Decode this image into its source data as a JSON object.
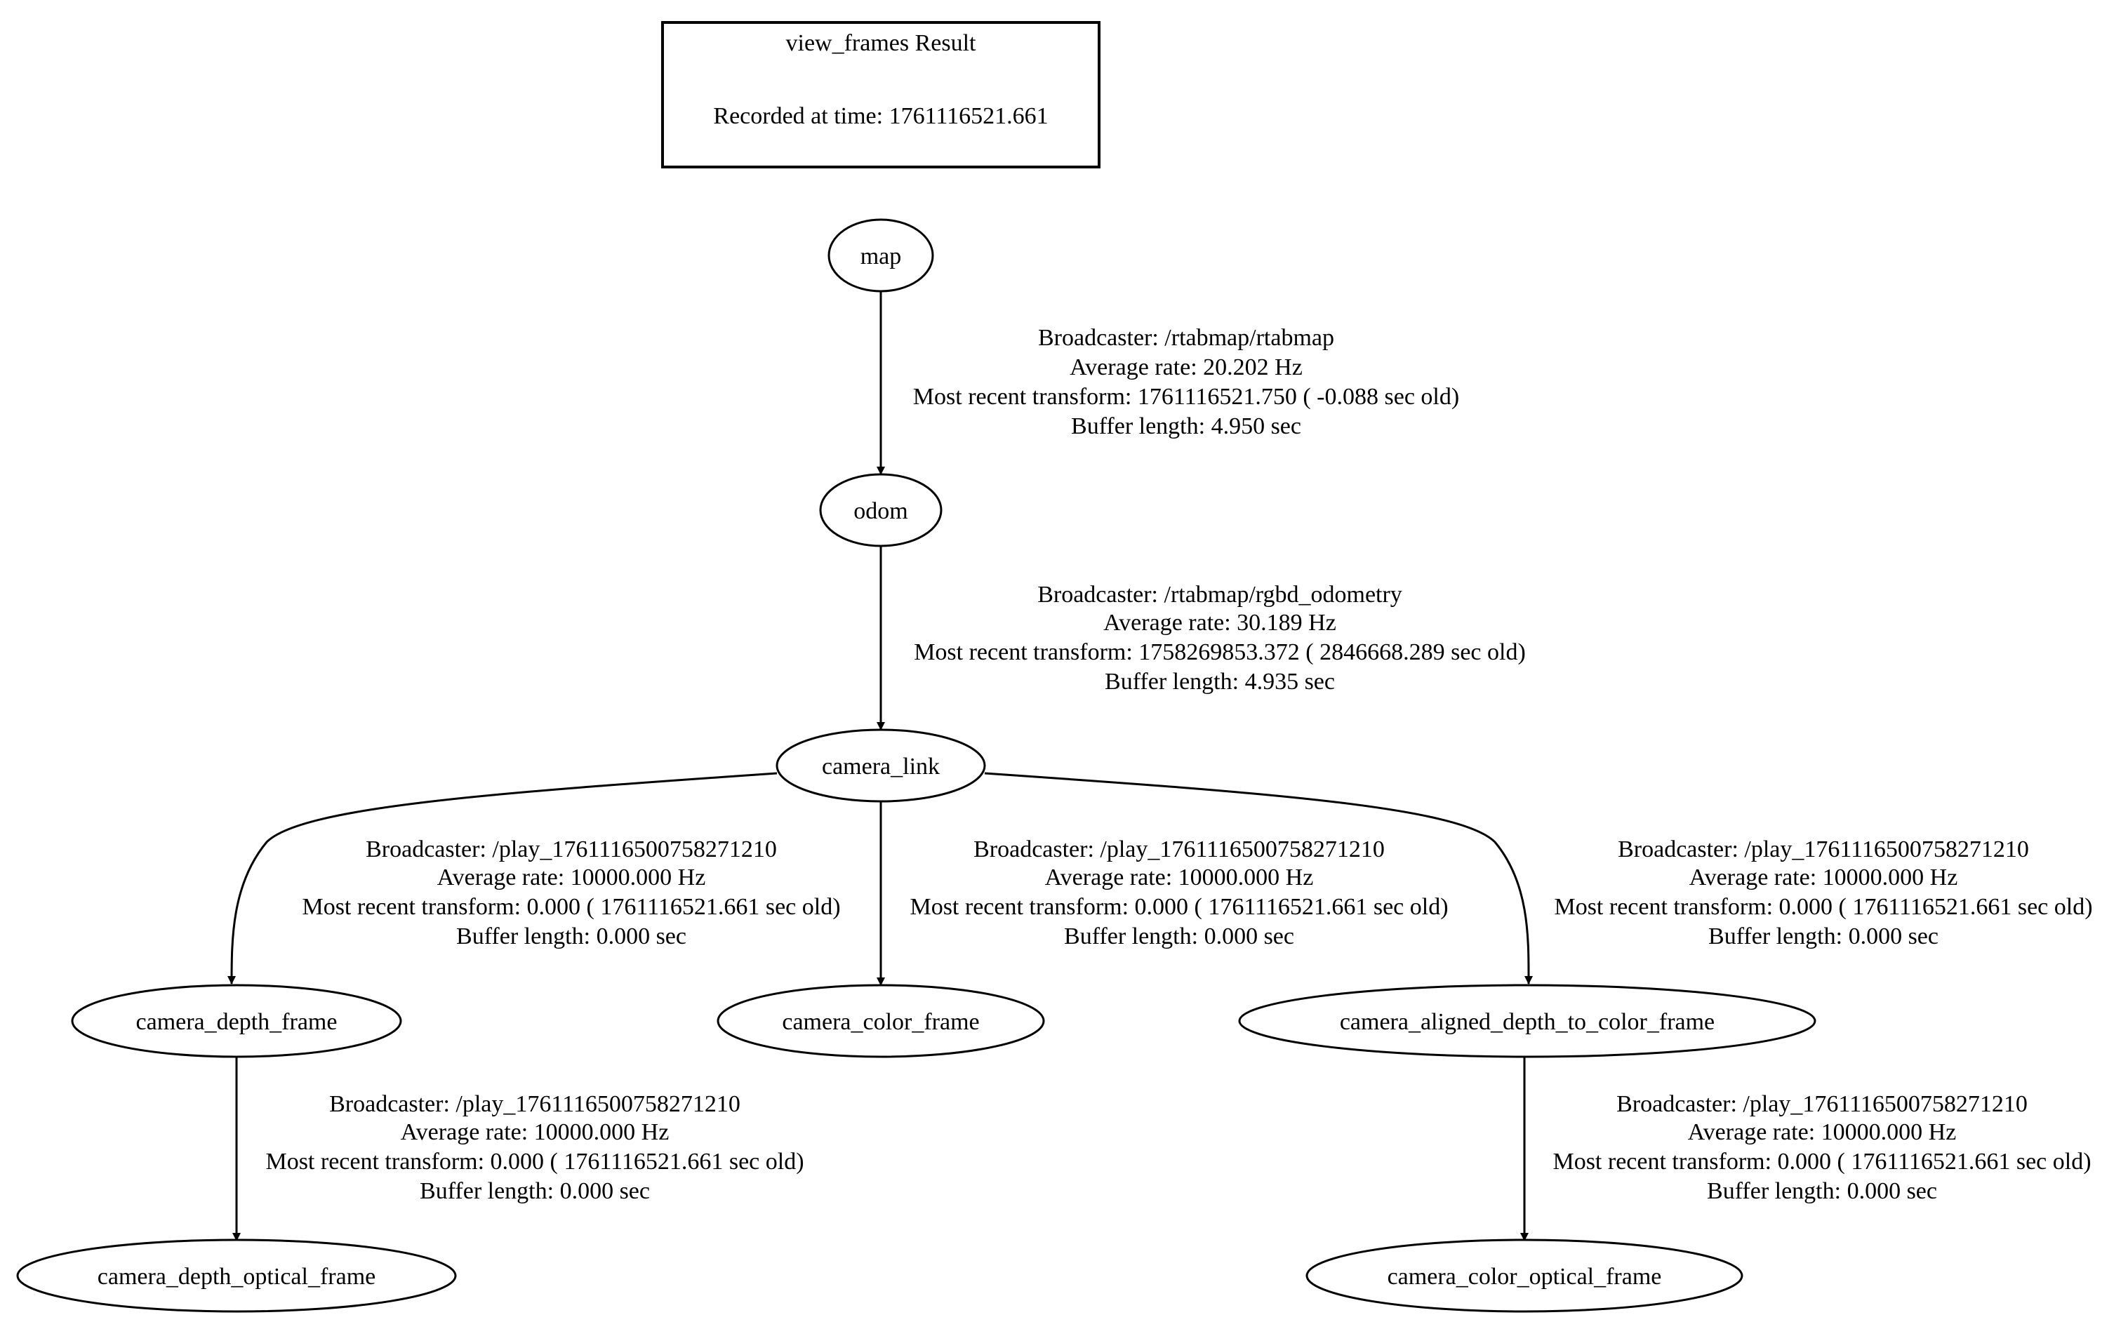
{
  "header": {
    "title": "view_frames Result",
    "recorded": "Recorded at time: 1761116521.661"
  },
  "nodes": {
    "map": "map",
    "odom": "odom",
    "camera_link": "camera_link",
    "camera_depth_frame": "camera_depth_frame",
    "camera_color_frame": "camera_color_frame",
    "camera_aligned_depth_to_color_frame": "camera_aligned_depth_to_color_frame",
    "camera_depth_optical_frame": "camera_depth_optical_frame",
    "camera_color_optical_frame": "camera_color_optical_frame"
  },
  "edges": {
    "map_odom": {
      "broadcaster": "Broadcaster: /rtabmap/rtabmap",
      "rate": "Average rate: 20.202 Hz",
      "recent": "Most recent transform: 1761116521.750 ( -0.088 sec old)",
      "buffer": "Buffer length: 4.950 sec"
    },
    "odom_camera_link": {
      "broadcaster": "Broadcaster: /rtabmap/rgbd_odometry",
      "rate": "Average rate: 30.189 Hz",
      "recent": "Most recent transform: 1758269853.372 ( 2846668.289 sec old)",
      "buffer": "Buffer length: 4.935 sec"
    },
    "camera_link_depth": {
      "broadcaster": "Broadcaster: /play_1761116500758271210",
      "rate": "Average rate: 10000.000 Hz",
      "recent": "Most recent transform: 0.000 ( 1761116521.661 sec old)",
      "buffer": "Buffer length: 0.000 sec"
    },
    "camera_link_color": {
      "broadcaster": "Broadcaster: /play_1761116500758271210",
      "rate": "Average rate: 10000.000 Hz",
      "recent": "Most recent transform: 0.000 ( 1761116521.661 sec old)",
      "buffer": "Buffer length: 0.000 sec"
    },
    "camera_link_aligned": {
      "broadcaster": "Broadcaster: /play_1761116500758271210",
      "rate": "Average rate: 10000.000 Hz",
      "recent": "Most recent transform: 0.000 ( 1761116521.661 sec old)",
      "buffer": "Buffer length: 0.000 sec"
    },
    "depth_optical": {
      "broadcaster": "Broadcaster: /play_1761116500758271210",
      "rate": "Average rate: 10000.000 Hz",
      "recent": "Most recent transform: 0.000 ( 1761116521.661 sec old)",
      "buffer": "Buffer length: 0.000 sec"
    },
    "aligned_color_optical": {
      "broadcaster": "Broadcaster: /play_1761116500758271210",
      "rate": "Average rate: 10000.000 Hz",
      "recent": "Most recent transform: 0.000 ( 1761116521.661 sec old)",
      "buffer": "Buffer length: 0.000 sec"
    }
  },
  "colors": {
    "stroke": "#000000",
    "background": "#ffffff",
    "text": "#000000"
  }
}
